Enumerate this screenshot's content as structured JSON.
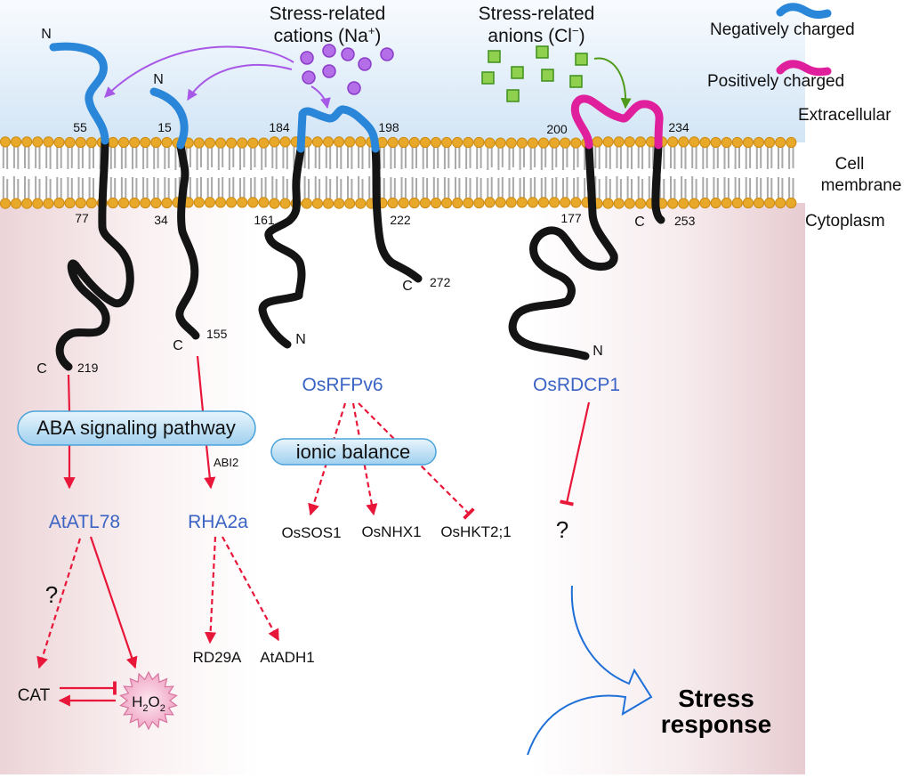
{
  "legend": {
    "negatively_charged": "Negatively charged",
    "positively_charged": "Positively charged"
  },
  "compartments": {
    "extracellular": "Extracellular",
    "membrane_line1": "Cell",
    "membrane_line2": "membrane",
    "cytoplasm": "Cytoplasm"
  },
  "ions": {
    "cations": {
      "line1": "Stress-related",
      "line2": "cations (Na",
      "charge": "+",
      "close": ")"
    },
    "anions": {
      "line1": "Stress-related",
      "line2": "anions (Cl",
      "charge": "−",
      "close": ")"
    }
  },
  "proteins": {
    "atatl78": {
      "n_term": "N",
      "c_term": "C",
      "ext_boundary": "55",
      "tm_end": "77",
      "c_end": "219"
    },
    "rha2a": {
      "n_term": "N",
      "c_term": "C",
      "ext_boundary": "15",
      "tm_end": "34",
      "c_end": "155"
    },
    "osrfpv6": {
      "n_term": "N",
      "c_term": "C",
      "ext_start": "184",
      "ext_end": "198",
      "tm1_start": "161",
      "tm2_end": "222",
      "c_end": "272"
    },
    "osrdcp1": {
      "n_term": "N",
      "c_term": "C",
      "ext_start": "200",
      "ext_end": "234",
      "tm1_start": "177",
      "c_end": "253"
    }
  },
  "pathway": {
    "aba_pathway": "ABA signaling pathway",
    "abi2": "ABI2",
    "atatl78": "AtATL78",
    "rha2a": "RHA2a",
    "osrfpv6": "OsRFPv6",
    "osrdcp1": "OsRDCP1",
    "ionic_balance": "ionic balance",
    "ossos1": "OsSOS1",
    "osnhx1": "OsNHX1",
    "oshkt21": "OsHKT2;1",
    "unknown_osrdcp1_target": "?",
    "unknown_cat_link": "?",
    "rd29a": "RD29A",
    "atadh1": "AtADH1",
    "cat": "CAT",
    "h2o2": {
      "h": "H",
      "sub1": "2",
      "o": "O",
      "sub2": "2"
    },
    "stress_response_line1": "Stress",
    "stress_response_line2": "response"
  },
  "colors": {
    "negative_charge": "#2a86d8",
    "positive_charge": "#e01f9c",
    "protein_backbone": "#141414",
    "pathway_link": "#e8173a",
    "gene_label": "#3a63c4",
    "cation": "#b36ee8",
    "anion": "#8fd14f",
    "lipid_head": "#e8a82a",
    "stress_arrow": "#1f6fd8"
  }
}
